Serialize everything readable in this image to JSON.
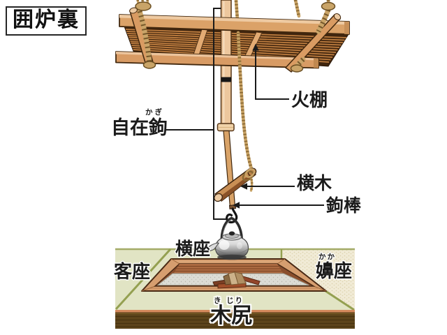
{
  "title_box": {
    "label": "囲炉裏"
  },
  "labels": {
    "hidana": {
      "text": "火棚"
    },
    "jizaikagi": {
      "text": "自在鉤",
      "furigana": "かぎ"
    },
    "yokogi": {
      "text": "横木"
    },
    "kagibo": {
      "text": "鉤棒"
    },
    "yokoza": {
      "text": "横座"
    },
    "kyakuza": {
      "text": "客座"
    },
    "kakaza": {
      "text": "嬶座",
      "furigana": "かか"
    },
    "kijiri": {
      "text": "木尻",
      "furigana": "き じり"
    }
  },
  "colors": {
    "wood_light": "#edc79d",
    "wood_mid": "#d89b64",
    "wood_dark": "#8a4e2c",
    "rope": "#c9a468",
    "tatami_green": "#e1e4c4",
    "tatami_cream": "#f1ebd6",
    "tatami_edge": "#94a051",
    "ash": "#dcdcd5",
    "floor_planks": "#5d441b",
    "kettle_gray": "#d8d8d8",
    "line": "#1a1a1a"
  }
}
